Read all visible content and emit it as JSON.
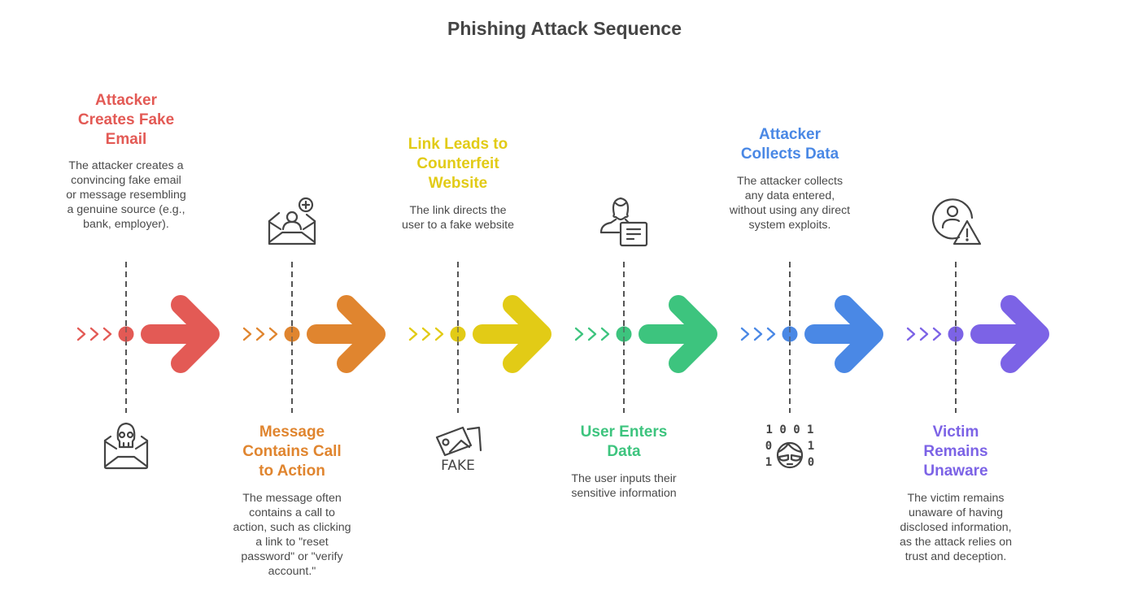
{
  "title": "Phishing Attack Sequence",
  "stages": [
    {
      "heading": "Attacker Creates Fake Email",
      "description": "The attacker creates a convincing fake email or message resembling a genuine source (e.g., bank, employer).",
      "icon": "skull-envelope-icon",
      "color": "#e35a55",
      "text_position": "top"
    },
    {
      "heading": "Message Contains Call to Action",
      "description": "The message often contains a call to action, such as clicking a link to \"reset password\" or \"verify account.\"",
      "icon": "envelope-user-plus-icon",
      "color": "#e0852f",
      "text_position": "bottom"
    },
    {
      "heading": "Link Leads to Counterfeit Website",
      "description": "The link directs the user to a fake website",
      "icon": "fake-image-icon",
      "icon_label": "FAKE",
      "color": "#e2cb16",
      "text_position": "top"
    },
    {
      "heading": "User Enters Data",
      "description": "The user inputs their sensitive information",
      "icon": "user-form-icon",
      "color": "#3dc47e",
      "text_position": "bottom"
    },
    {
      "heading": "Attacker Collects Data",
      "description": "The attacker collects any data entered, without using any direct system exploits.",
      "icon": "hacker-binary-icon",
      "icon_binary": [
        "1 0 0 1",
        "0",
        "1",
        "1",
        "0"
      ],
      "color": "#4a88e5",
      "text_position": "top"
    },
    {
      "heading": "Victim Remains Unaware",
      "description": "The victim remains unaware of having disclosed information, as the attack relies on trust and deception.",
      "icon": "user-warning-icon",
      "color": "#7c63e6",
      "text_position": "bottom"
    }
  ]
}
